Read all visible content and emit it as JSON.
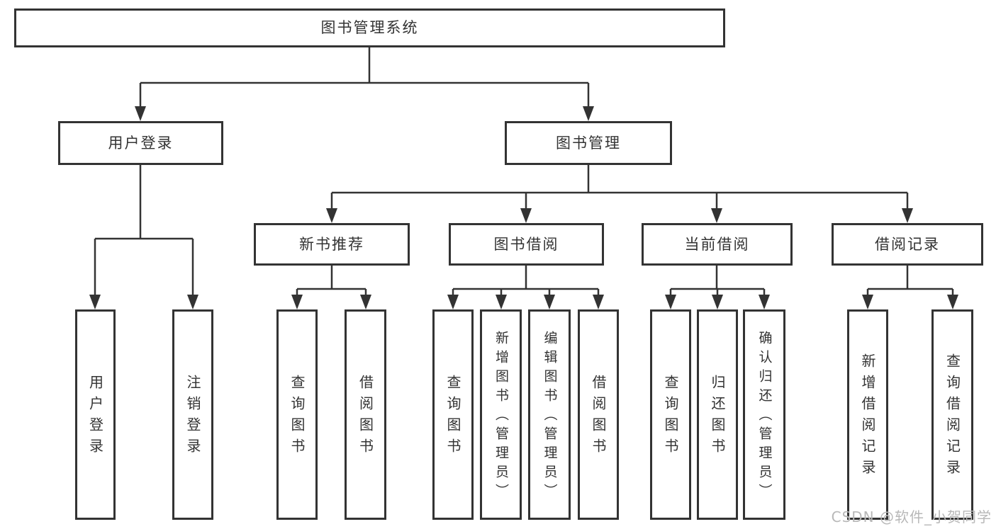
{
  "diagram": {
    "root": {
      "label": "图书管理系统"
    },
    "level2": [
      {
        "label": "用户登录"
      },
      {
        "label": "图书管理"
      }
    ],
    "level3": [
      {
        "label": "新书推荐",
        "parent": "图书管理"
      },
      {
        "label": "图书借阅",
        "parent": "图书管理"
      },
      {
        "label": "当前借阅",
        "parent": "图书管理"
      },
      {
        "label": "借阅记录",
        "parent": "图书管理"
      }
    ],
    "leaves": [
      {
        "label": "用户登录",
        "parent": "用户登录"
      },
      {
        "label": "注销登录",
        "parent": "用户登录"
      },
      {
        "label": "查询图书",
        "parent": "新书推荐"
      },
      {
        "label": "借阅图书",
        "parent": "新书推荐"
      },
      {
        "label": "查询图书",
        "parent": "图书借阅"
      },
      {
        "label": "新增图书（管理员）",
        "parent": "图书借阅"
      },
      {
        "label": "编辑图书（管理员）",
        "parent": "图书借阅"
      },
      {
        "label": "借阅图书",
        "parent": "图书借阅"
      },
      {
        "label": "查询图书",
        "parent": "当前借阅"
      },
      {
        "label": "归还图书",
        "parent": "当前借阅"
      },
      {
        "label": "确认归还（管理员）",
        "parent": "当前借阅"
      },
      {
        "label": "新增借阅记录",
        "parent": "借阅记录"
      },
      {
        "label": "查询借阅记录",
        "parent": "借阅记录"
      }
    ],
    "colors": {
      "line": "#333333",
      "text": "#333333",
      "box_background": "#ffffff",
      "page_background": "#ffffff",
      "watermark": "#b8b8b8"
    }
  },
  "watermark": {
    "text": "CSDN @软件_小贺同学"
  }
}
